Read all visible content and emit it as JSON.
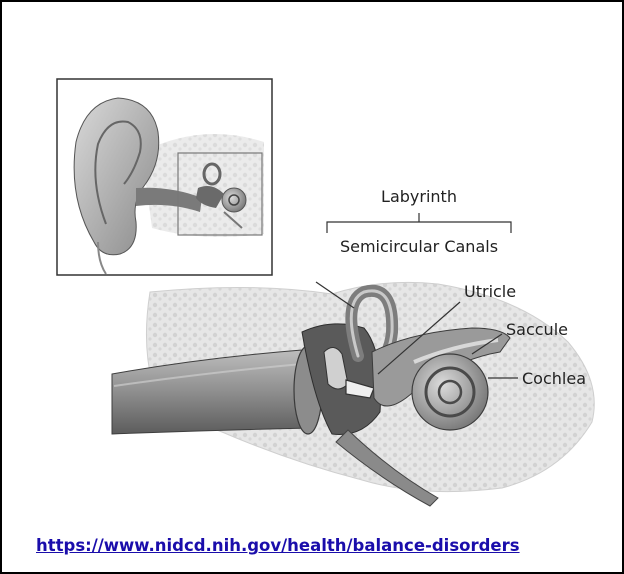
{
  "labels": {
    "labyrinth": "Labyrinth",
    "semicircular_canals": "Semicircular Canals",
    "utricle": "Utricle",
    "saccule": "Saccule",
    "cochlea": "Cochlea"
  },
  "source_url": "https://www.nidcd.nih.gov/health/balance-disorders",
  "colors": {
    "border": "#000000",
    "link": "#1a0dab",
    "bone": "#e3e3e3",
    "tissue": "#9a9a9a"
  }
}
